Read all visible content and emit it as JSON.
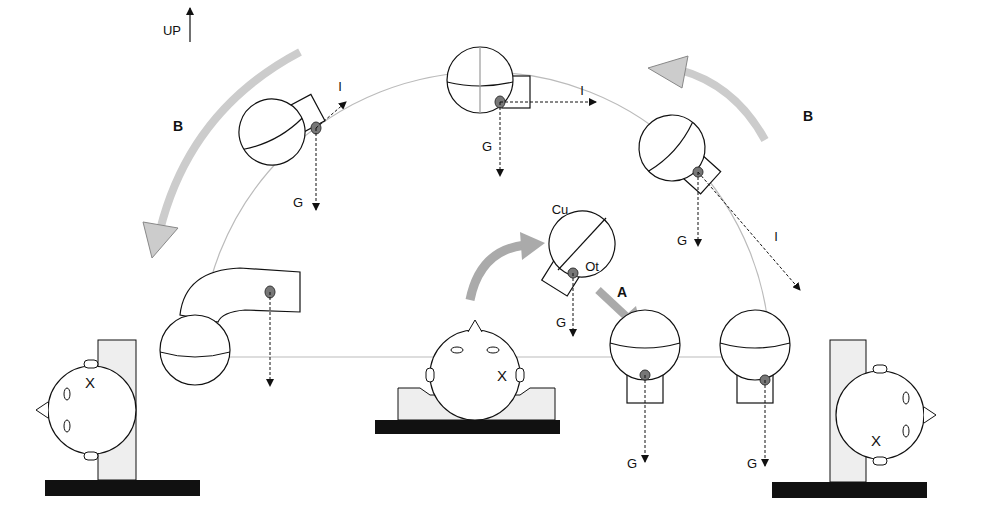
{
  "diagram": {
    "labels": [
      "UP",
      "B",
      "B",
      "I",
      "I",
      "I",
      "G",
      "G",
      "G",
      "G",
      "G",
      "G",
      "Cu",
      "Ot",
      "A",
      "X",
      "X",
      "X"
    ]
  }
}
